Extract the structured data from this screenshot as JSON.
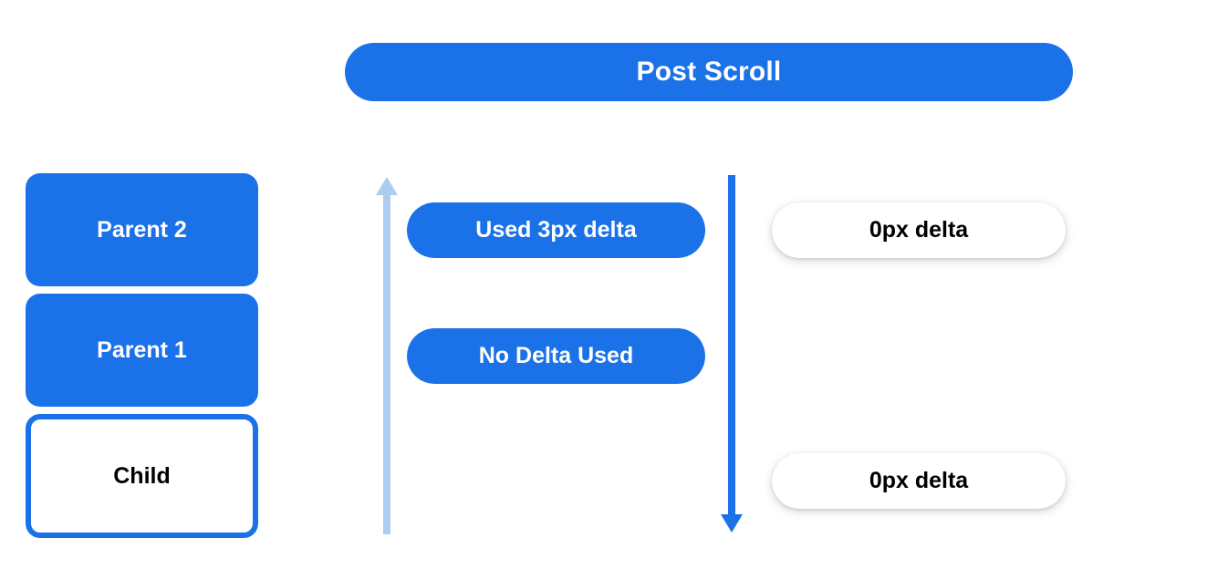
{
  "banner": {
    "title": "Post Scroll"
  },
  "colors": {
    "blue": "#1b72e8",
    "light_blue": "#aecbf0",
    "white": "#ffffff",
    "black": "#000000"
  },
  "left_stack": {
    "boxes": [
      {
        "label": "Parent 2",
        "style": "filled"
      },
      {
        "label": "Parent 1",
        "style": "filled"
      },
      {
        "label": "Child",
        "style": "outlined"
      }
    ]
  },
  "arrows": [
    {
      "name": "scroll-up-arrow",
      "direction": "up",
      "color": "#aecbf0"
    },
    {
      "name": "scroll-down-arrow",
      "direction": "down",
      "color": "#1b72e8"
    }
  ],
  "middle_column": {
    "pills": [
      {
        "label": "Used 3px delta"
      },
      {
        "label": "No Delta Used"
      }
    ]
  },
  "right_column": {
    "pills": [
      {
        "label": "0px delta"
      },
      {
        "label": "0px delta"
      }
    ]
  }
}
